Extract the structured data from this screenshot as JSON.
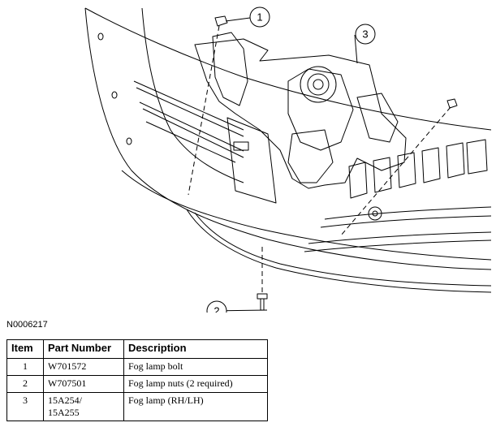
{
  "callouts": [
    {
      "number": "1"
    },
    {
      "number": "2"
    },
    {
      "number": "3"
    }
  ],
  "reference_code": "N0006217",
  "table": {
    "headers": [
      "Item",
      "Part Number",
      "Description"
    ],
    "rows": [
      {
        "item": "1",
        "part_number": "W701572",
        "description": "Fog lamp bolt"
      },
      {
        "item": "2",
        "part_number": "W707501",
        "description": "Fog lamp nuts (2 required)"
      },
      {
        "item": "3",
        "part_number": "15A254/\n15A255",
        "description": "Fog lamp (RH/LH)"
      }
    ]
  }
}
